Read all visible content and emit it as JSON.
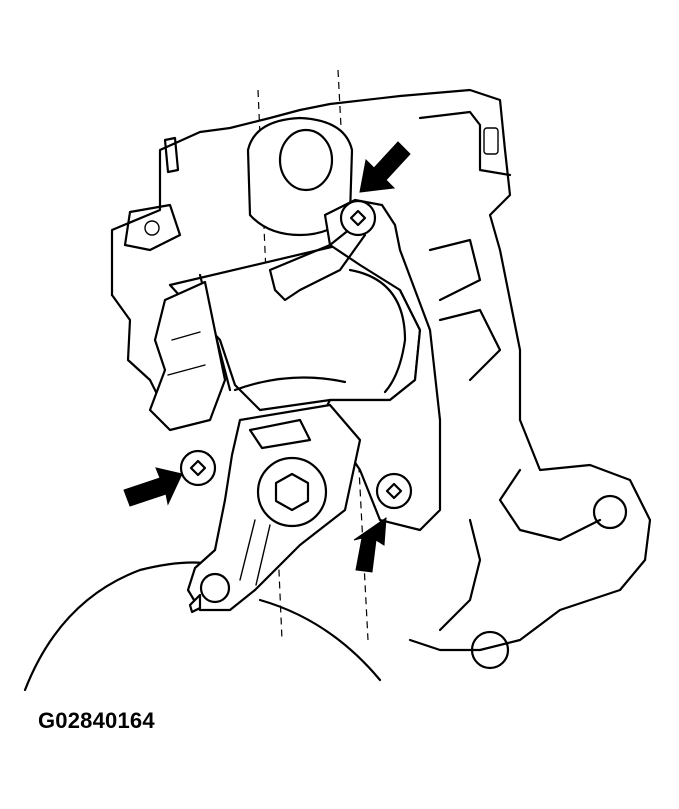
{
  "figure": {
    "caption": "G02840164",
    "callouts": [
      {
        "id": "arrow-top-right",
        "points_to": "upper-screw"
      },
      {
        "id": "arrow-left",
        "points_to": "left-screw"
      },
      {
        "id": "arrow-bottom-right",
        "points_to": "lower-right-screw"
      }
    ]
  }
}
